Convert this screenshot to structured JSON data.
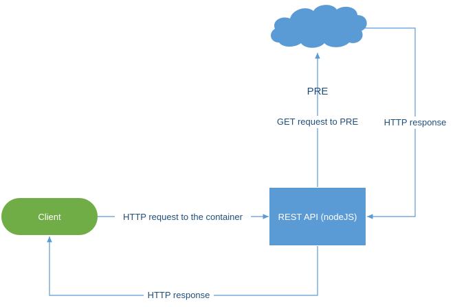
{
  "nodes": {
    "client": {
      "label": "Client",
      "color": "#70ad47"
    },
    "rest_api": {
      "label": "REST API (nodeJS)",
      "color": "#5b9bd5"
    },
    "pre": {
      "label": "PRE",
      "color": "#5b9bd5"
    }
  },
  "edges": {
    "client_to_api": {
      "label": "HTTP request to the container"
    },
    "api_to_pre": {
      "label": "GET request to PRE"
    },
    "pre_to_api": {
      "label": "HTTP response"
    },
    "api_to_client": {
      "label": "HTTP response"
    }
  },
  "colors": {
    "connector": "#5b9bd5",
    "text": "#1f4e79",
    "node_text": "#ffffff"
  }
}
